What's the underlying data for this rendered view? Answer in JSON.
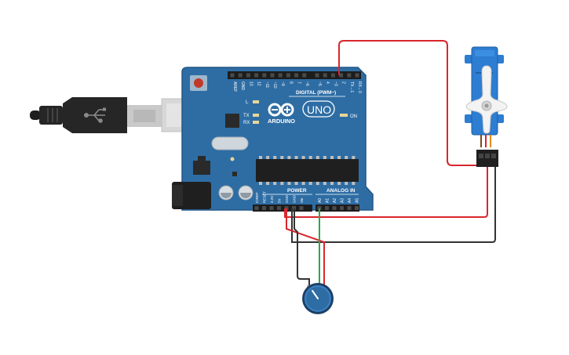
{
  "board": {
    "brand": "ARDUINO",
    "model": "UNO",
    "digital_header": "DIGITAL (PWM~)",
    "power_header": "POWER",
    "analog_header": "ANALOG IN",
    "on_label": "ON",
    "led_l": "L",
    "led_tx": "TX",
    "led_rx": "RX",
    "top_pins": [
      "AREF",
      "GND",
      "13",
      "12",
      "~11",
      "~10",
      "~9",
      "8",
      "7",
      "~6",
      "~5",
      "4",
      "~3",
      "2",
      "TX→1",
      "RX←0"
    ],
    "power_pins": [
      "IOREF",
      "RESET",
      "3.3V",
      "5V",
      "GND",
      "GND",
      "Vin"
    ],
    "analog_pins": [
      "A0",
      "A1",
      "A2",
      "A3",
      "A4",
      "A5"
    ]
  },
  "colors": {
    "board": "#2e6da4",
    "board_edge": "#235785",
    "wire_red": "#d9262c",
    "wire_black": "#333333",
    "wire_green": "#2ea84a",
    "servo": "#2d7dd2",
    "knob": "#2e6da4"
  },
  "components": {
    "usb_cable": "usb-b-cable",
    "servo": "micro-servo",
    "potentiometer": "rotary-potentiometer"
  }
}
